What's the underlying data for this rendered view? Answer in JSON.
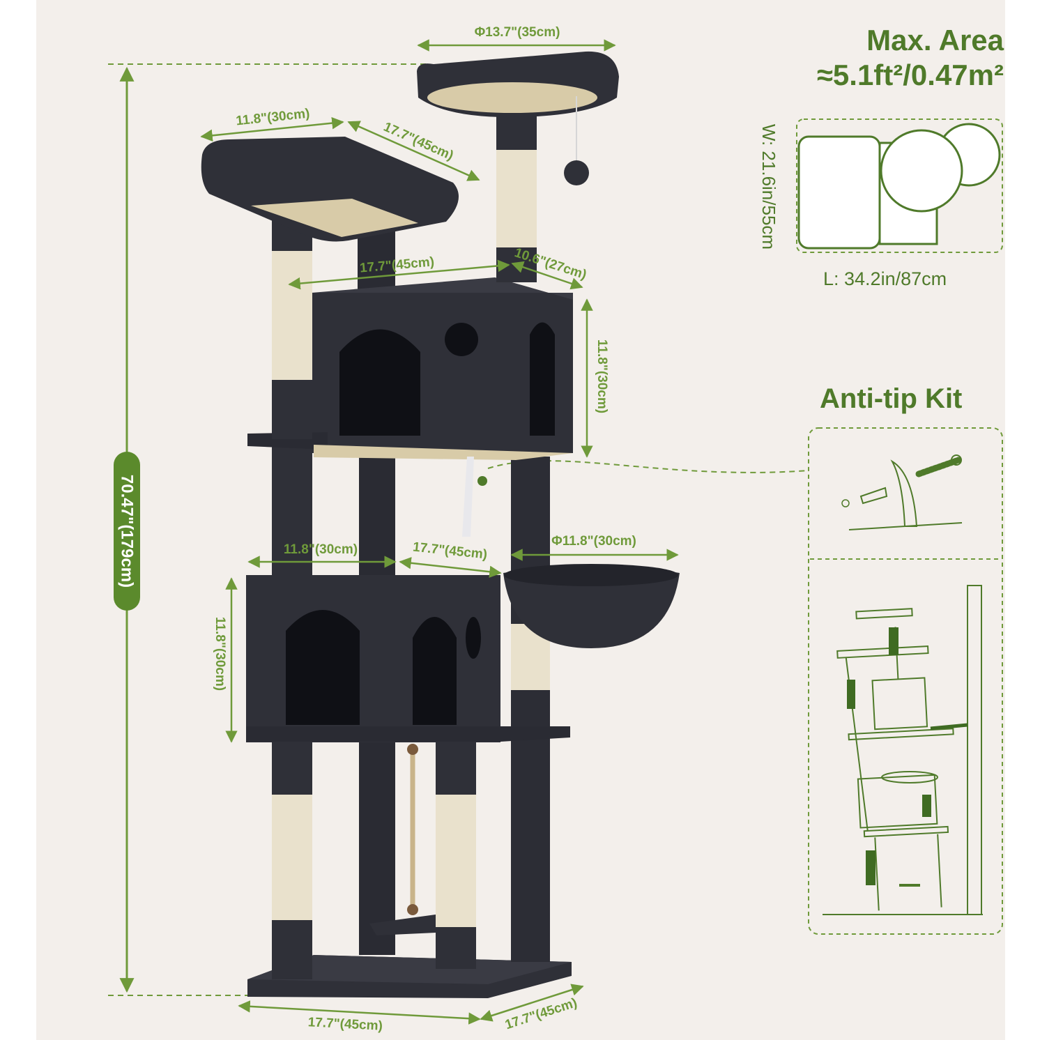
{
  "header": {
    "max_area_title": "Max. Area",
    "max_area_value": "≈5.1ft²/0.47m²"
  },
  "footprint": {
    "width_label": "W: 21.6in/55cm",
    "length_label": "L: 34.2in/87cm"
  },
  "anti_tip": {
    "title": "Anti-tip Kit"
  },
  "dimensions": {
    "height": "70.47\"(179cm)",
    "top_perch_diameter": "Φ13.7\"(35cm)",
    "top_platform_width": "11.8\"(30cm)",
    "top_platform_length": "17.7\"(45cm)",
    "upper_condo_length": "17.7\"(45cm)",
    "upper_condo_depth": "10.6\"(27cm)",
    "upper_condo_height": "11.8\"(30cm)",
    "lower_left_width": "11.8\"(30cm)",
    "lower_mid_width": "17.7\"(45cm)",
    "basket_diameter": "Φ11.8\"(30cm)",
    "lower_condo_height": "11.8\"(30cm)",
    "base_length": "17.7\"(45cm)",
    "base_depth": "17.7\"(45cm)"
  },
  "colors": {
    "accent_green": "#4f7a2a",
    "dim_green": "#6f9a3a",
    "plush": "#2f3038",
    "sisal": "#e9e1cc",
    "background": "#f3efeb"
  }
}
